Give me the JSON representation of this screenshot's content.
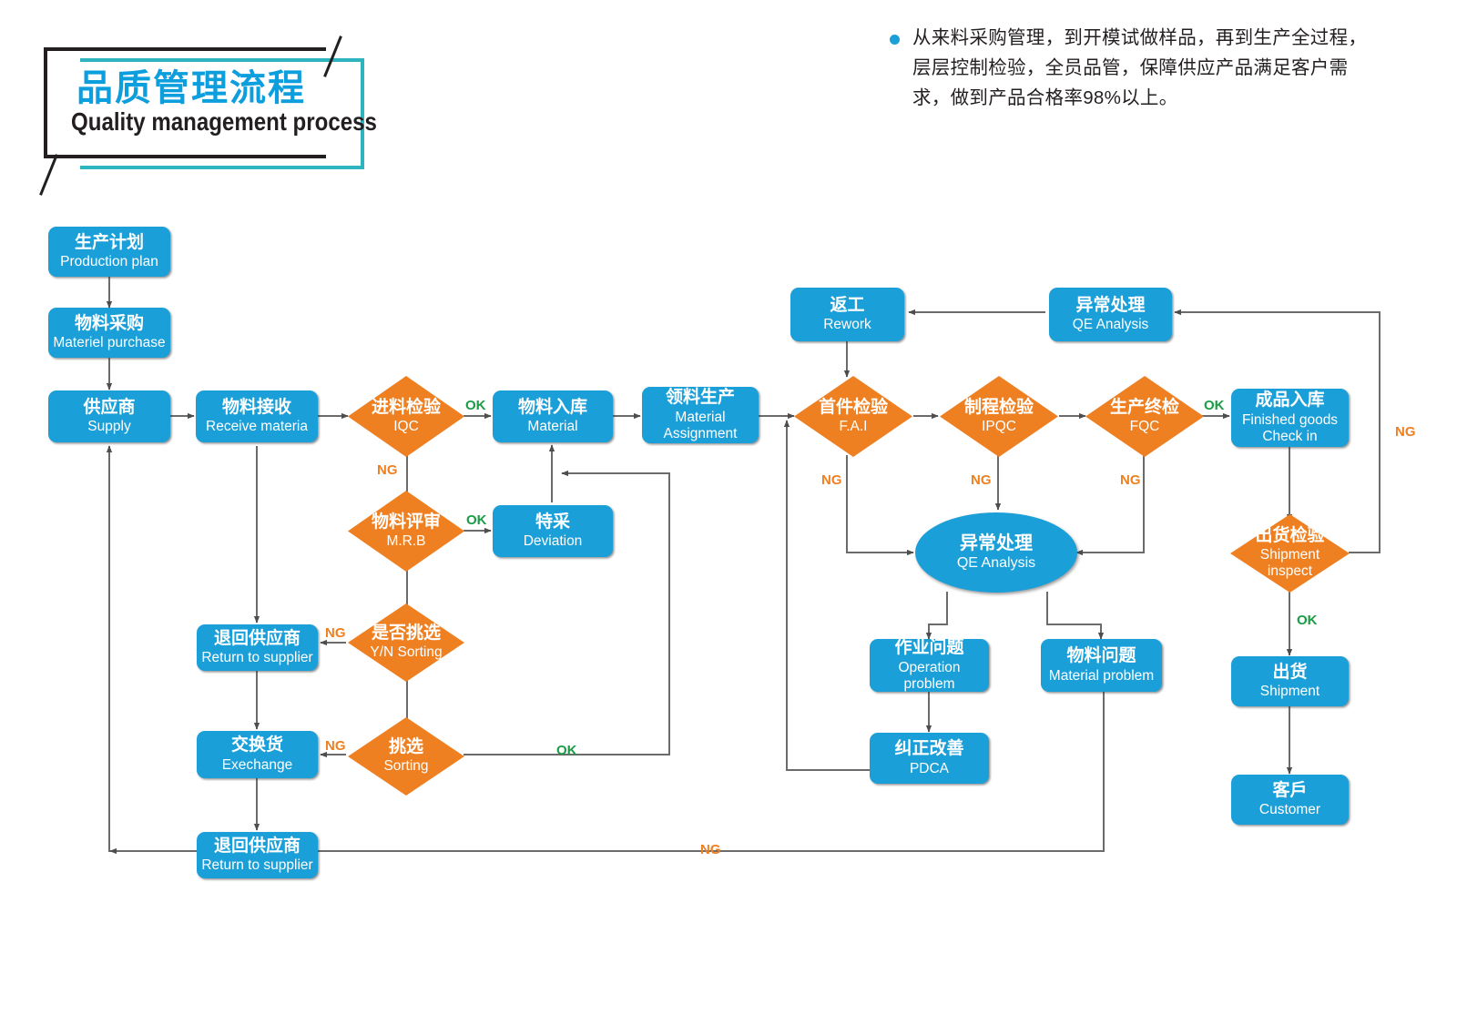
{
  "title": {
    "cn": "品质管理流程",
    "en": "Quality management process"
  },
  "intro": {
    "bullet_icon": "bullet-dot-icon",
    "text": "从来料采购管理，到开模试做样品，再到生产全过程，层层控制检验，全员品管，保障供应产品满足客户需求，做到产品合格率98%以上。"
  },
  "colors": {
    "process_blue": "#1b9fd8",
    "decision_orange": "#ef8022",
    "title_blue": "#0d9edd",
    "title_teal": "#2eb4be",
    "ok_green": "#1a9c46",
    "ng_orange": "#ef8022",
    "line_gray": "#595959"
  },
  "chart_data": {
    "type": "diagram",
    "diagram_kind": "flowchart",
    "nodes": [
      {
        "id": "production_plan",
        "shape": "process",
        "cn": "生产计划",
        "en": "Production plan"
      },
      {
        "id": "material_purchase",
        "shape": "process",
        "cn": "物料采购",
        "en": "Materiel purchase"
      },
      {
        "id": "supply",
        "shape": "process",
        "cn": "供应商",
        "en": "Supply"
      },
      {
        "id": "receive_material",
        "shape": "process",
        "cn": "物料接收",
        "en": "Receive materia"
      },
      {
        "id": "iqc",
        "shape": "decision",
        "cn": "进料检验",
        "en": "IQC"
      },
      {
        "id": "material_in",
        "shape": "process",
        "cn": "物料入库",
        "en": "Material"
      },
      {
        "id": "material_assignment",
        "shape": "process",
        "cn": "领料生产",
        "en": "Material\nAssignment"
      },
      {
        "id": "mrb",
        "shape": "decision",
        "cn": "物料评审",
        "en": "M.R.B"
      },
      {
        "id": "deviation",
        "shape": "process",
        "cn": "特采",
        "en": "Deviation"
      },
      {
        "id": "yn_sorting",
        "shape": "decision",
        "cn": "是否挑选",
        "en": "Y/N Sorting"
      },
      {
        "id": "return_supplier_1",
        "shape": "process",
        "cn": "退回供应商",
        "en": "Return to supplier"
      },
      {
        "id": "sorting",
        "shape": "decision",
        "cn": "挑选",
        "en": "Sorting"
      },
      {
        "id": "exchange",
        "shape": "process",
        "cn": "交换货",
        "en": "Exechange"
      },
      {
        "id": "return_supplier_2",
        "shape": "process",
        "cn": "退回供应商",
        "en": "Return to supplier"
      },
      {
        "id": "rework",
        "shape": "process",
        "cn": "返工",
        "en": "Rework"
      },
      {
        "id": "qe_analysis_top",
        "shape": "process",
        "cn": "异常处理",
        "en": "QE Analysis"
      },
      {
        "id": "fai",
        "shape": "decision",
        "cn": "首件检验",
        "en": "F.A.I"
      },
      {
        "id": "ipqc",
        "shape": "decision",
        "cn": "制程检验",
        "en": "IPQC"
      },
      {
        "id": "fqc",
        "shape": "decision",
        "cn": "生产终检",
        "en": "FQC"
      },
      {
        "id": "finished_goods",
        "shape": "process",
        "cn": "成品入库",
        "en": "Finished goods\nCheck in"
      },
      {
        "id": "qe_analysis_center",
        "shape": "ellipse",
        "cn": "异常处理",
        "en": "QE Analysis"
      },
      {
        "id": "operation_problem",
        "shape": "process",
        "cn": "作业问题",
        "en": "Operation\nproblem"
      },
      {
        "id": "material_problem",
        "shape": "process",
        "cn": "物料问题",
        "en": "Material problem"
      },
      {
        "id": "pdca",
        "shape": "process",
        "cn": "纠正改善",
        "en": "PDCA"
      },
      {
        "id": "shipment_inspect",
        "shape": "decision",
        "cn": "出货检验",
        "en": "Shipment\ninspect"
      },
      {
        "id": "shipment",
        "shape": "process",
        "cn": "出货",
        "en": "Shipment"
      },
      {
        "id": "customer",
        "shape": "process",
        "cn": "客戶",
        "en": "Customer"
      }
    ],
    "edges": [
      {
        "from": "production_plan",
        "to": "material_purchase",
        "label": ""
      },
      {
        "from": "material_purchase",
        "to": "supply",
        "label": ""
      },
      {
        "from": "supply",
        "to": "receive_material",
        "label": ""
      },
      {
        "from": "receive_material",
        "to": "iqc",
        "label": ""
      },
      {
        "from": "iqc",
        "to": "material_in",
        "label": "OK"
      },
      {
        "from": "iqc",
        "to": "mrb",
        "label": "NG"
      },
      {
        "from": "material_in",
        "to": "material_assignment",
        "label": ""
      },
      {
        "from": "material_assignment",
        "to": "fai",
        "label": ""
      },
      {
        "from": "mrb",
        "to": "deviation",
        "label": "OK"
      },
      {
        "from": "deviation",
        "to": "material_in",
        "label": ""
      },
      {
        "from": "mrb",
        "to": "yn_sorting",
        "label": ""
      },
      {
        "from": "yn_sorting",
        "to": "return_supplier_1",
        "label": "NG"
      },
      {
        "from": "yn_sorting",
        "to": "sorting",
        "label": ""
      },
      {
        "from": "receive_material",
        "to": "return_supplier_1",
        "label": ""
      },
      {
        "from": "return_supplier_1",
        "to": "exchange",
        "label": ""
      },
      {
        "from": "sorting",
        "to": "exchange",
        "label": "NG"
      },
      {
        "from": "sorting",
        "to": "material_in",
        "label": "OK"
      },
      {
        "from": "exchange",
        "to": "return_supplier_2",
        "label": ""
      },
      {
        "from": "return_supplier_2",
        "to": "supply",
        "label": ""
      },
      {
        "from": "rework",
        "to": "fai",
        "label": ""
      },
      {
        "from": "qe_analysis_top",
        "to": "rework",
        "label": ""
      },
      {
        "from": "fai",
        "to": "ipqc",
        "label": ""
      },
      {
        "from": "ipqc",
        "to": "fqc",
        "label": ""
      },
      {
        "from": "fqc",
        "to": "finished_goods",
        "label": "OK"
      },
      {
        "from": "fai",
        "to": "qe_analysis_center",
        "label": "NG"
      },
      {
        "from": "ipqc",
        "to": "qe_analysis_center",
        "label": "NG"
      },
      {
        "from": "fqc",
        "to": "qe_analysis_center",
        "label": "NG"
      },
      {
        "from": "qe_analysis_center",
        "to": "operation_problem",
        "label": ""
      },
      {
        "from": "qe_analysis_center",
        "to": "material_problem",
        "label": ""
      },
      {
        "from": "operation_problem",
        "to": "pdca",
        "label": ""
      },
      {
        "from": "pdca",
        "to": "fai",
        "label": ""
      },
      {
        "from": "material_problem",
        "to": "supply",
        "label": "NG"
      },
      {
        "from": "finished_goods",
        "to": "shipment_inspect",
        "label": ""
      },
      {
        "from": "shipment_inspect",
        "to": "qe_analysis_top",
        "label": "NG"
      },
      {
        "from": "shipment_inspect",
        "to": "shipment",
        "label": "OK"
      },
      {
        "from": "shipment",
        "to": "customer",
        "label": ""
      }
    ],
    "edge_labels": {
      "iqc_ok": "OK",
      "iqc_ng": "NG",
      "mrb_ok": "OK",
      "yn_ng": "NG",
      "sorting_ng": "NG",
      "sorting_ok": "OK",
      "fai_ng": "NG",
      "ipqc_ng": "NG",
      "fqc_ng": "NG",
      "fqc_ok": "OK",
      "shipment_ng": "NG",
      "shipment_ok": "OK",
      "bottom_ng": "NG"
    }
  }
}
